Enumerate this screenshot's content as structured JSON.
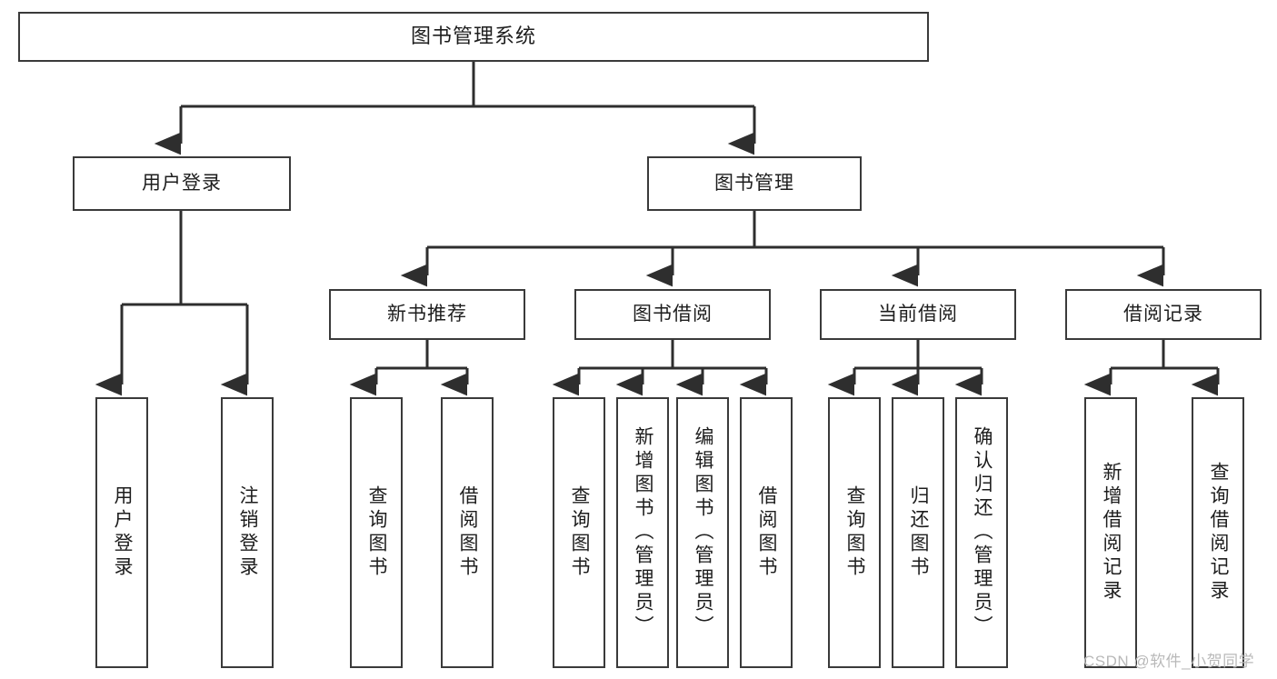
{
  "diagram": {
    "type": "tree-hierarchy-function-chart",
    "title_box": {
      "label": "图书管理系统"
    },
    "level2": [
      {
        "id": "user-login",
        "label": "用户登录"
      },
      {
        "id": "book-management",
        "label": "图书管理"
      }
    ],
    "level3": [
      {
        "id": "new-book-recommend",
        "label": "新书推荐"
      },
      {
        "id": "book-borrow",
        "label": "图书借阅"
      },
      {
        "id": "current-borrow",
        "label": "当前借阅"
      },
      {
        "id": "borrow-record",
        "label": "借阅记录"
      }
    ],
    "leaves": {
      "user_login": [
        {
          "id": "leaf-user-login",
          "label": "用户登录"
        },
        {
          "id": "leaf-logout",
          "label": "注销登录"
        }
      ],
      "new_book_recommend": [
        {
          "id": "leaf-query-book-1",
          "label": "查询图书"
        },
        {
          "id": "leaf-borrow-book-1",
          "label": "借阅图书"
        }
      ],
      "book_borrow": [
        {
          "id": "leaf-query-book-2",
          "label": "查询图书"
        },
        {
          "id": "leaf-add-book",
          "label": "新增图书（管理员）"
        },
        {
          "id": "leaf-edit-book",
          "label": "编辑图书（管理员）"
        },
        {
          "id": "leaf-borrow-book-2",
          "label": "借阅图书"
        }
      ],
      "current_borrow": [
        {
          "id": "leaf-query-book-3",
          "label": "查询图书"
        },
        {
          "id": "leaf-return-book",
          "label": "归还图书"
        },
        {
          "id": "leaf-confirm-return",
          "label": "确认归还（管理员）"
        }
      ],
      "borrow_record": [
        {
          "id": "leaf-add-record",
          "label": "新增借阅记录"
        },
        {
          "id": "leaf-query-record",
          "label": "查询借阅记录"
        }
      ]
    },
    "watermark": "CSDN @软件_小贺同学",
    "colors": {
      "stroke": "#3a3a3a",
      "background": "#ffffff",
      "text": "#1d1d1d",
      "watermark": "#b9b9b9"
    }
  }
}
